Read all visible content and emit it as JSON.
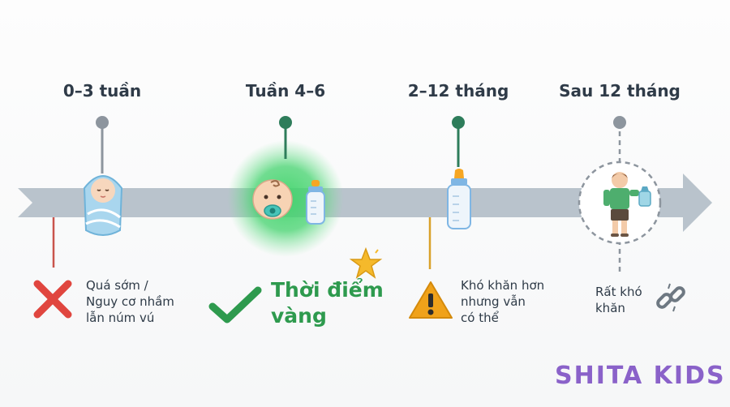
{
  "stages": [
    {
      "label": "0–3 tuần",
      "status": "Quá sớm / Nguy cơ nhầm lẫn núm vú",
      "status_lines": [
        "Quá sớm /",
        "Nguy cơ nhầm",
        "lẫn núm vú"
      ],
      "status_icon": "red-cross-icon",
      "illustration": "swaddled-newborn-icon",
      "color": "#8d959e"
    },
    {
      "label": "Tuần 4–6",
      "status": "Thời điểm vàng",
      "status_lines": [
        "Thời điểm",
        "vàng"
      ],
      "status_icon": "green-check-icon",
      "illustration": "baby-with-pacifier-and-bottle-icon",
      "color": "#2e7d5b"
    },
    {
      "label": "2–12 tháng",
      "status": "Khó khăn hơn nhưng vẫn có thể",
      "status_lines": [
        "Khó khăn hơn",
        "nhưng vẫn",
        "có thể"
      ],
      "status_icon": "warning-triangle-icon",
      "illustration": "baby-bottle-icon",
      "color": "#2e7d5b"
    },
    {
      "label": "Sau 12 tháng",
      "status": "Rất khó khăn",
      "status_lines": [
        "Rất khó",
        "khăn"
      ],
      "status_icon": "broken-chain-icon",
      "illustration": "toddler-with-sippy-cup-icon",
      "color": "#8d959e"
    }
  ],
  "brand": "SHITA KIDS",
  "colors": {
    "timeline": "#b9c3cc",
    "green": "#2e9a4e",
    "red": "#e0463f",
    "amber": "#f0a21a",
    "brand": "#8a62c9",
    "text": "#2f3b48"
  }
}
